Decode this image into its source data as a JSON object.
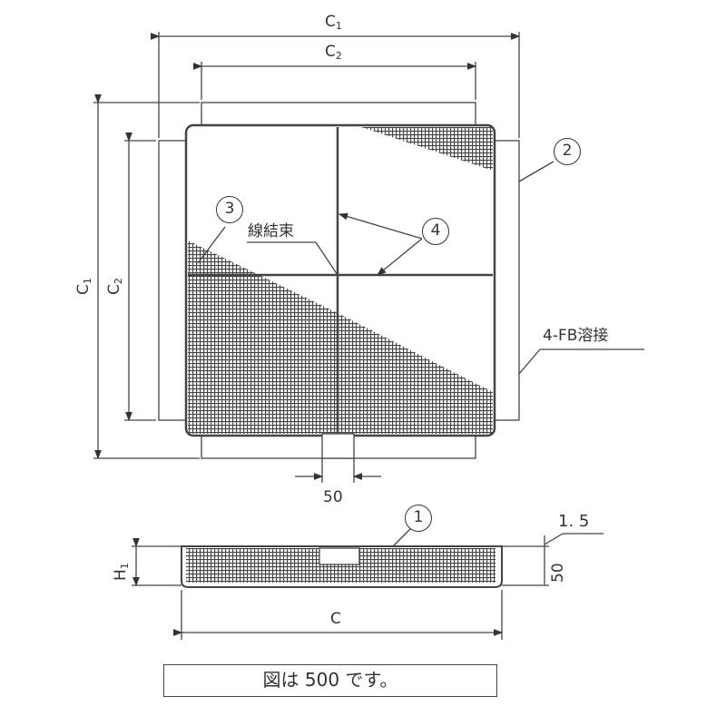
{
  "dimensions": {
    "c1_top": {
      "main": "C",
      "sub": "1"
    },
    "c2_top": {
      "main": "C",
      "sub": "2"
    },
    "c1_left": {
      "main": "C",
      "sub": "1"
    },
    "c2_left": {
      "main": "C",
      "sub": "2"
    },
    "gap_bottom": "50",
    "h1": {
      "main": "H",
      "sub": "1"
    },
    "thickness": "1. 5",
    "height": "50",
    "c_bottom": "C"
  },
  "callouts": {
    "part1": "1",
    "part2": "2",
    "part3": "3",
    "part4": "4",
    "wire_binding": "線結束",
    "fb_weld": "4-FB溶接"
  },
  "note": "図は 500 です。",
  "colors": {
    "line": "#444444",
    "mesh": "#555555"
  }
}
